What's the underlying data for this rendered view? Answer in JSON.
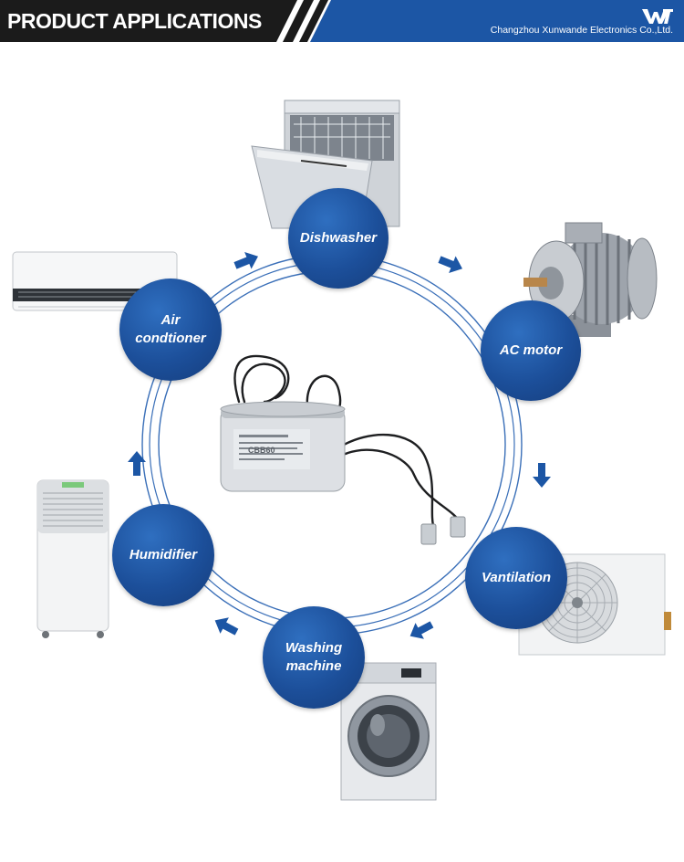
{
  "header": {
    "title": "PRODUCT APPLICATIONS",
    "company": "Changzhou Xunwande Electronics Co.,Ltd.",
    "logo_text": "WT",
    "colors": {
      "banner_dark": "#1a1a1a",
      "banner_blue": "#1c56a5"
    }
  },
  "applications": [
    {
      "id": "dishwasher",
      "label": "Dishwasher"
    },
    {
      "id": "ac-motor",
      "label": "AC motor"
    },
    {
      "id": "ventilation",
      "label": "Vantilation"
    },
    {
      "id": "washing-machine",
      "label": "Washing\nmachine"
    },
    {
      "id": "humidifier",
      "label": "Humidifier"
    },
    {
      "id": "air-conditioner",
      "label": "Air\ncondtioner"
    }
  ],
  "center_product": {
    "print": "CBB60"
  },
  "colors": {
    "circle_blue": "#1c4f9a",
    "arrow_blue": "#1c56a5",
    "ring_blue": "#3a6fb8"
  }
}
